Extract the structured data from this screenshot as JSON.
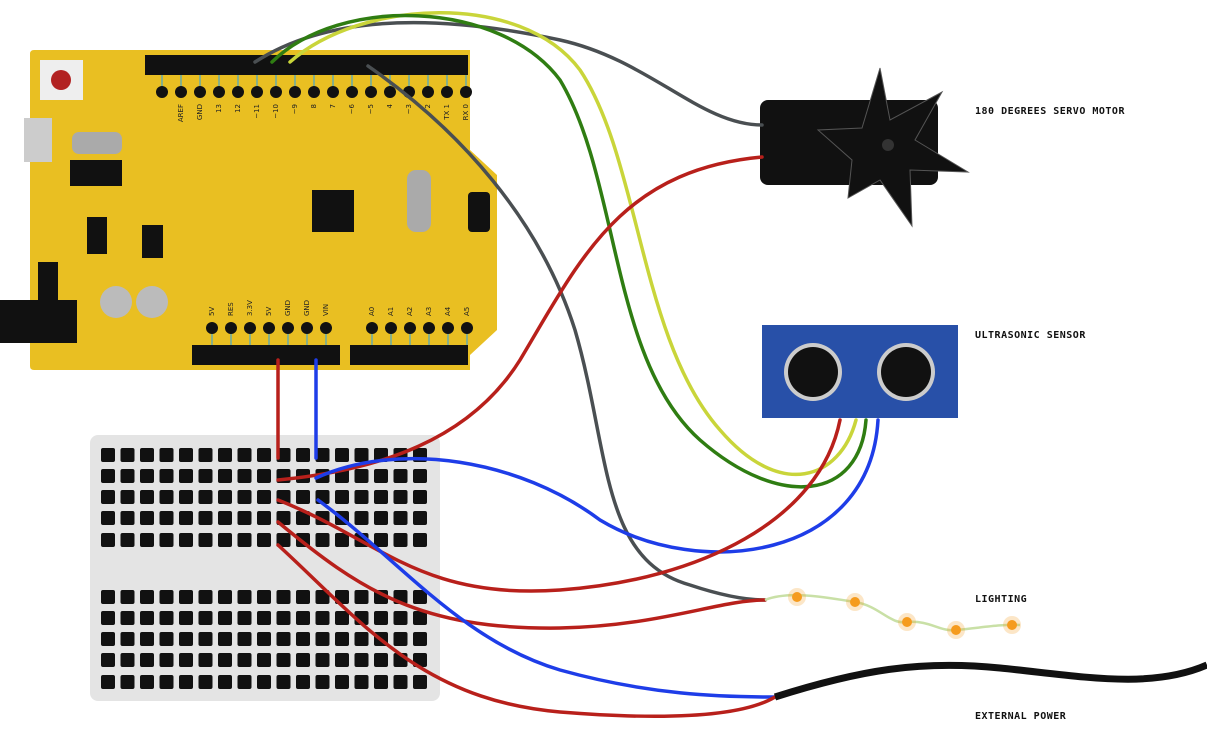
{
  "labels": {
    "servo": "180 DEGREES SERVO MOTOR",
    "sensor": "ULTRASONIC SENSOR",
    "lighting": "LIGHTING",
    "power": "EXTERNAL POWER"
  },
  "arduino": {
    "digital_pins": [
      "",
      "AREF",
      "GND",
      "13",
      "12",
      "~11",
      "~10",
      "~9",
      "8",
      "7",
      "~6",
      "~5",
      "4",
      "~3",
      "2",
      "TX 1",
      "RX 0"
    ],
    "power_pins": [
      "5V",
      "RES",
      "3.3V",
      "5V",
      "GND",
      "GND",
      "VIN"
    ],
    "analog_pins": [
      "A0",
      "A1",
      "A2",
      "A3",
      "A4",
      "A5"
    ]
  },
  "colors": {
    "board": "#E9BF22",
    "wire_red": "#B8201B",
    "wire_blue": "#1E3DE8",
    "wire_green": "#2F7D12",
    "wire_yellow": "#C9D53A",
    "wire_gray": "#4A4F52",
    "sensor": "#2850A8",
    "led": "#F59B1E"
  }
}
